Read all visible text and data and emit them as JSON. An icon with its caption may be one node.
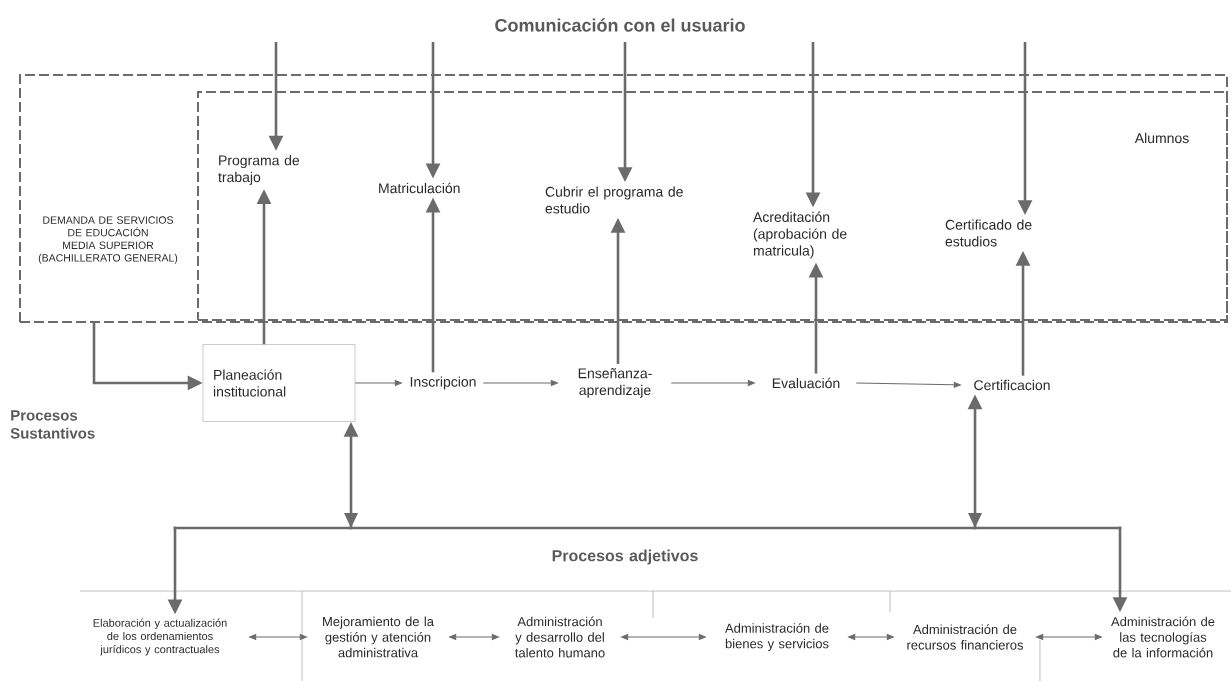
{
  "diagram": {
    "title": "Comunicación con el usuario",
    "nodes": [
      {
        "text": [
          "DEMANDA DE SERVICIOS DE EDUCACIÓN MEDIA SUPERIOR (BACHILLERATO GENERAL)"
        ]
      },
      {
        "text": [
          "Alumnos"
        ],
        "in": 0
      },
      {
        "text": [
          "Programa de trabajo"
        ],
        "in": 1
      },
      {
        "text": [
          "Matriculación"
        ],
        "in": 1
      },
      {
        "text": [
          "Cubrir el programa de estudio"
        ],
        "in": 1
      },
      {
        "text": [
          "Acreditación (aprobación de matricula)"
        ],
        "in": 1
      },
      {
        "text": [
          "Certificado de estudios"
        ],
        "in": 1
      },
      {
        "text": [
          "Planeación institucional"
        ]
      },
      {
        "text": [
          "Inscripcion"
        ]
      },
      {
        "text": [
          "Enseñanza-aprendizaje"
        ]
      },
      {
        "text": [
          "Evaluación"
        ]
      },
      {
        "text": [
          "Certificacion"
        ]
      },
      {
        "text": [
          "Elaboración y actualización de los ordenamientos jurídicos y contractuales"
        ]
      },
      {
        "text": [
          "Mejoramiento de la gestión y atención administrativa"
        ]
      },
      {
        "text": [
          "Administración y desarrollo del talento humano"
        ]
      },
      {
        "text": [
          "Administración de bienes y servicios"
        ]
      },
      {
        "text": [
          "Administración de recursos financieros"
        ]
      },
      {
        "text": [
          "Administración de las tecnologías de la información"
        ]
      }
    ],
    "edges": [
      {
        "from": null,
        "to": 2,
        "arrow": "to"
      },
      {
        "from": null,
        "to": 3,
        "arrow": "to"
      },
      {
        "from": null,
        "to": 4,
        "arrow": "to"
      },
      {
        "from": null,
        "to": 5,
        "arrow": "to"
      },
      {
        "from": null,
        "to": 6,
        "arrow": "to"
      },
      {
        "from": 7,
        "to": 2,
        "arrow": "to"
      },
      {
        "from": 8,
        "to": 3,
        "arrow": "to"
      },
      {
        "from": 9,
        "to": 4,
        "arrow": "to"
      },
      {
        "from": 10,
        "to": 5,
        "arrow": "to"
      },
      {
        "from": 11,
        "to": 6,
        "arrow": "to"
      },
      {
        "from": 7,
        "to": 8,
        "arrow": "to"
      },
      {
        "from": 8,
        "to": 9,
        "arrow": "to"
      },
      {
        "from": 9,
        "to": 10,
        "arrow": "to"
      },
      {
        "from": 10,
        "to": 11,
        "arrow": "to"
      },
      {
        "from": 0,
        "to": 7,
        "arrow": "to"
      },
      {
        "from": 7,
        "to": 12,
        "arrow": "both"
      },
      {
        "from": 7,
        "to": 17,
        "arrow": "both"
      },
      {
        "from": 11,
        "to": 12,
        "arrow": "both"
      },
      {
        "from": 11,
        "to": 17,
        "arrow": "both"
      },
      {
        "from": 12,
        "to": 13,
        "arrow": "both"
      },
      {
        "from": 13,
        "to": 14,
        "arrow": "both"
      },
      {
        "from": 14,
        "to": 15,
        "arrow": "both"
      },
      {
        "from": 15,
        "to": 16,
        "arrow": "both"
      },
      {
        "from": 16,
        "to": 17,
        "arrow": "both"
      }
    ],
    "labels": [
      "Procesos Sustantivos",
      "Procesos adjetivos"
    ]
  }
}
